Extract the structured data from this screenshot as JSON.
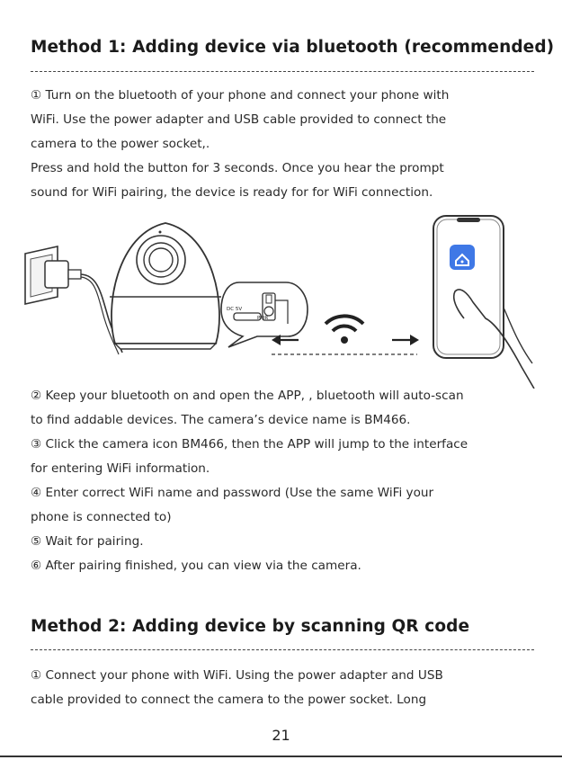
{
  "method1": {
    "title": "Method 1:  Adding device via bluetooth (recommended)",
    "intro_lines": [
      "① Turn on the bluetooth of your phone and connect your phone with",
      " WiFi. Use the power adapter and USB cable provided to connect the",
      " camera to the power socket,.",
      " Press and hold the button for 3 seconds. Once you hear the prompt",
      " sound for WiFi pairing, the device is ready for for WiFi connection."
    ],
    "illustration": {
      "port_label_dc": "DC 5V",
      "port_label_pair": "PAIR",
      "phone_icon": "smart-home-app-icon",
      "signal_icon": "wifi-icon"
    },
    "steps": [
      "② Keep your bluetooth on and open the APP, , bluetooth will auto-scan",
      "    to find addable devices. The camera’s device name is BM466.",
      "③ Click the camera icon BM466, then the APP will jump to the interface",
      "    for entering WiFi information.",
      "④ Enter correct WiFi name and password (Use the same WiFi your",
      "     phone is connected to)",
      "⑤ Wait for pairing.",
      "⑥ After pairing finished, you can view via the camera."
    ]
  },
  "method2": {
    "title": "Method 2: Adding device by scanning QR code",
    "lines": [
      "①  Connect your phone with WiFi. Using the power adapter and USB",
      "     cable provided to connect the camera to the power socket. Long"
    ]
  },
  "page_number": "21",
  "colors": {
    "app_icon": "#3f78e6",
    "text": "#2a2a2a"
  }
}
